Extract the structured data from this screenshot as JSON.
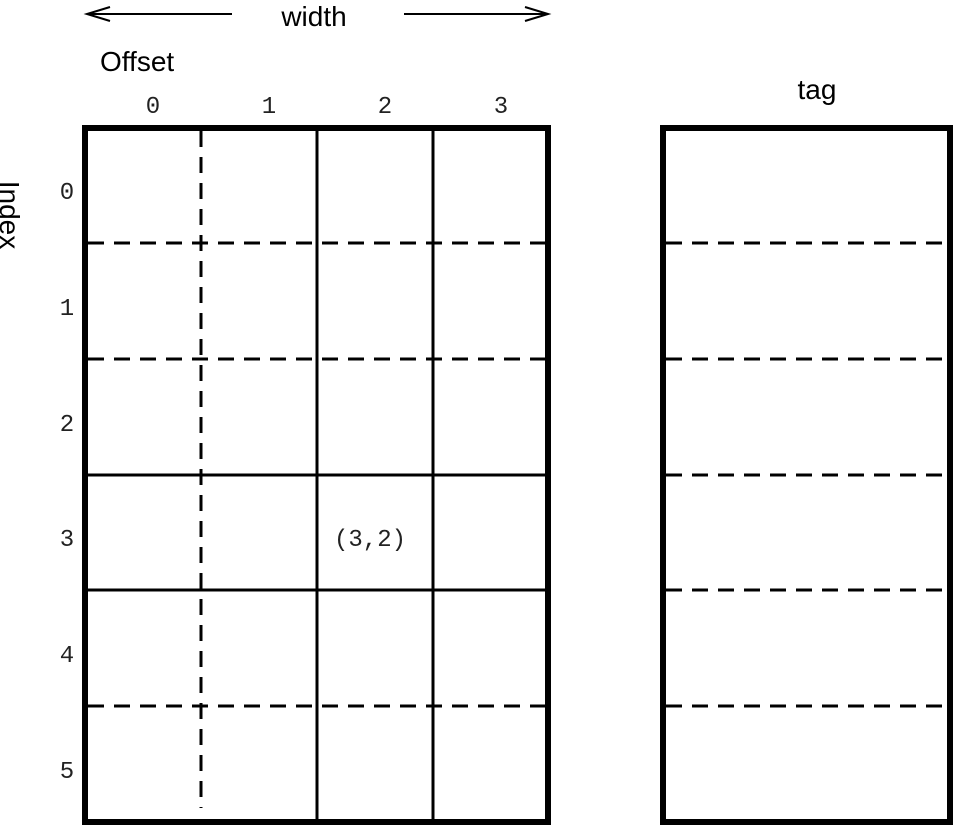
{
  "labels": {
    "width": "width",
    "offset": "Offset",
    "index": "Index",
    "tag": "tag",
    "cell": "(3,2)"
  },
  "offsets": [
    "0",
    "1",
    "2",
    "3"
  ],
  "indices": [
    "0",
    "1",
    "2",
    "3",
    "4",
    "5"
  ]
}
